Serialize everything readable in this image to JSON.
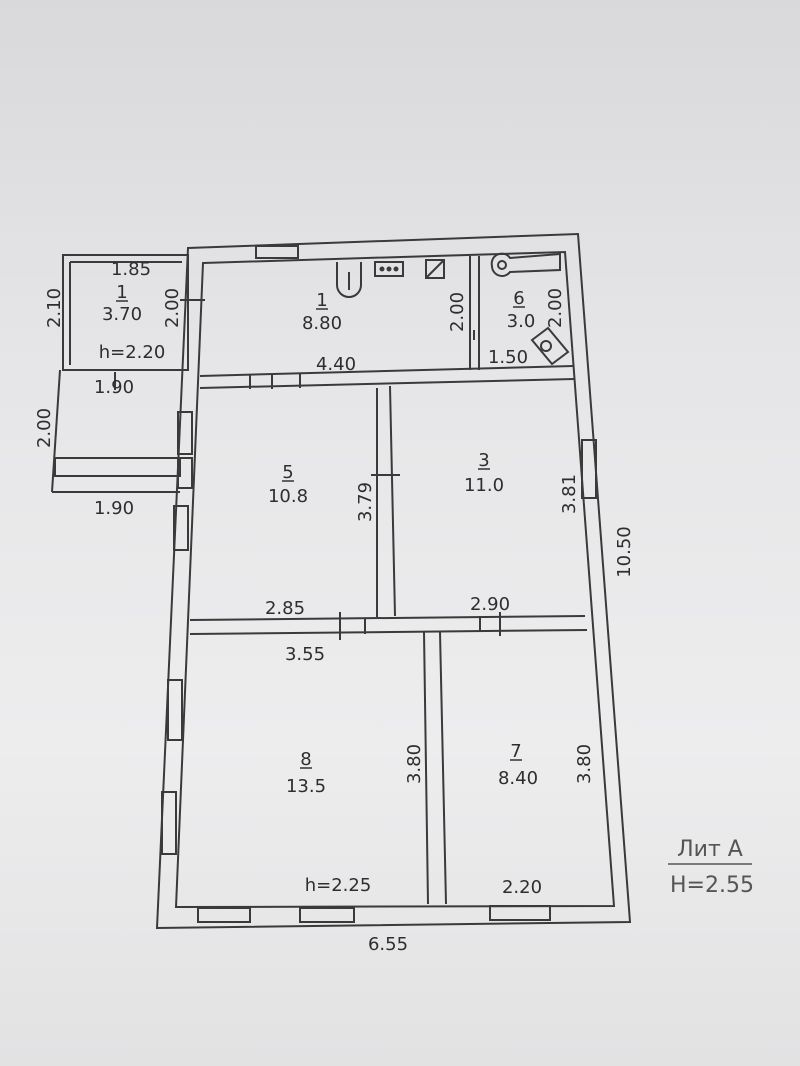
{
  "rooms": [
    {
      "num": "1",
      "area": "3.70"
    },
    {
      "num": "1",
      "area": "8.80"
    },
    {
      "num": "6",
      "area": "3.0"
    },
    {
      "num": "5",
      "area": "10.8"
    },
    {
      "num": "3",
      "area": "11.0"
    },
    {
      "num": "8",
      "area": "13.5"
    },
    {
      "num": "7",
      "area": "8.40"
    }
  ],
  "dimensions": [
    "1.85",
    "2.10",
    "2.00",
    "h=2.20",
    "1.90",
    "2.00",
    "1.90",
    "4.40",
    "2.00",
    "2.00",
    "1.50",
    "3.79",
    "3.81",
    "10.50",
    "2.85",
    "2.90",
    "3.55",
    "3.80",
    "3.80",
    "h=2.25",
    "2.20",
    "6.55"
  ],
  "legend": {
    "title": "Лит А",
    "height": "H=2.55"
  }
}
